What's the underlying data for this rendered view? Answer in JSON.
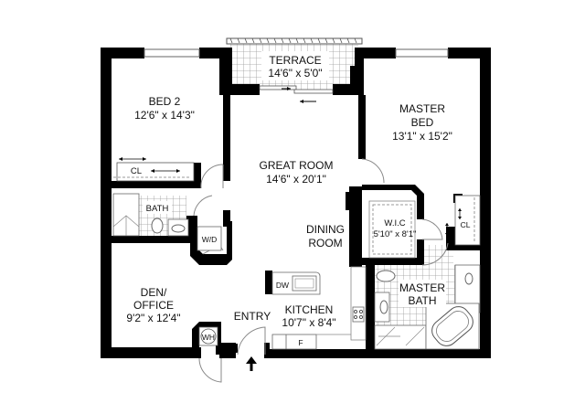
{
  "plan": {
    "rooms": [
      {
        "id": "terrace",
        "name": "TERRACE",
        "size": "14'6\" x 5'0\""
      },
      {
        "id": "bed2",
        "name": "BED 2",
        "size": "12'6\" x 14'3\""
      },
      {
        "id": "master_bed",
        "name_line1": "MASTER",
        "name_line2": "BED",
        "size": "13'1\" x 15'2\""
      },
      {
        "id": "great_room",
        "name": "GREAT ROOM",
        "size": "14'6\" x 20'1\""
      },
      {
        "id": "dining_room",
        "name_line1": "DINING",
        "name_line2": "ROOM"
      },
      {
        "id": "wic",
        "name": "W.I.C",
        "size": "5'10\" x 8'1\""
      },
      {
        "id": "bath",
        "name": "BATH"
      },
      {
        "id": "master_bath",
        "name_line1": "MASTER",
        "name_line2": "BATH"
      },
      {
        "id": "den",
        "name_line1": "DEN/",
        "name_line2": "OFFICE",
        "size": "9'2\" x 12'4\""
      },
      {
        "id": "kitchen",
        "name": "KITCHEN",
        "size": "10'7\" x 8'4\""
      },
      {
        "id": "entry",
        "name": "ENTRY"
      }
    ],
    "fixtures": {
      "closet_bed2": "CL",
      "closet_master": "CL",
      "washer_dryer": "W/D",
      "water_heater": "WH",
      "dishwasher": "DW",
      "fridge": "F"
    },
    "colors": {
      "wall": "#000000",
      "background": "#ffffff",
      "tile_line": "#999999"
    }
  }
}
